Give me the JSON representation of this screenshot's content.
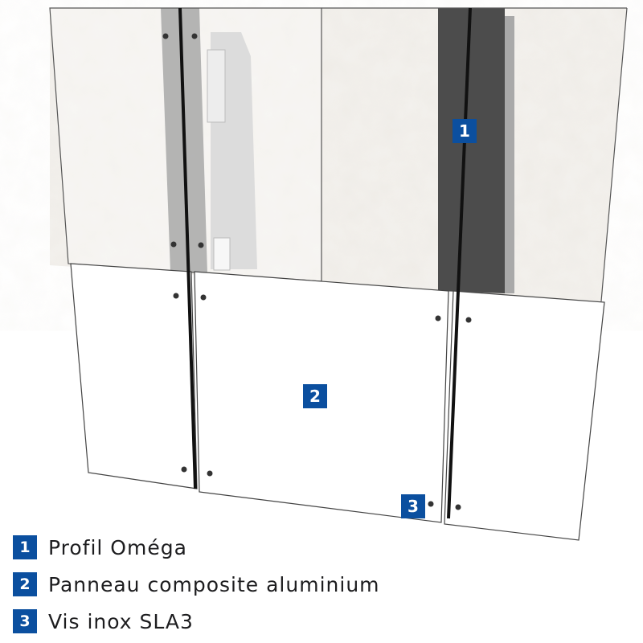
{
  "colors": {
    "badge": "#0b4f9f",
    "wall": "#ece9e3",
    "profile": "#5b5b5b",
    "panel": "#ffffff"
  },
  "callouts": [
    {
      "number": "1",
      "label": "Profil Oméga"
    },
    {
      "number": "2",
      "label": "Panneau composite aluminium"
    },
    {
      "number": "3",
      "label": "Vis inox SLA3"
    }
  ]
}
